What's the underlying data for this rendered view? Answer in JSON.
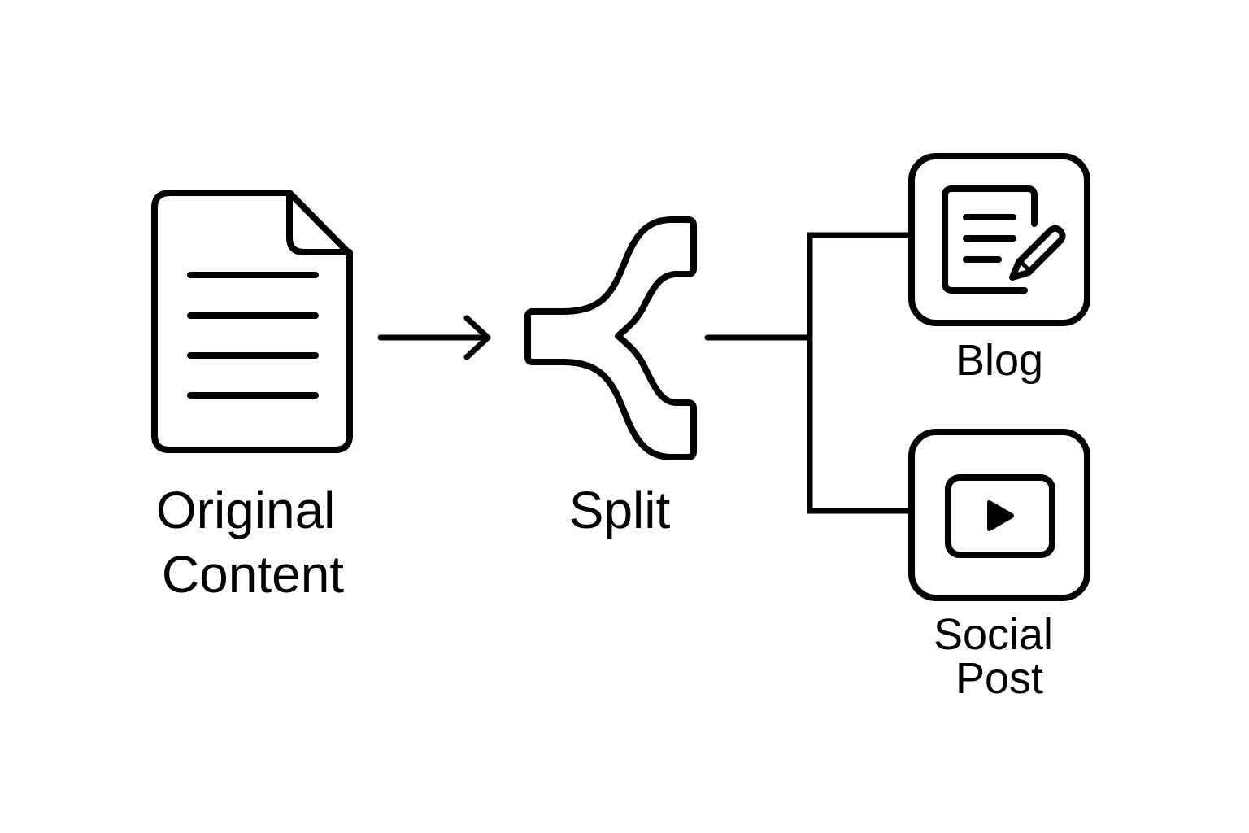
{
  "diagram": {
    "title": "Content repurposing flow",
    "stroke_color": "#000000",
    "background": "#ffffff",
    "nodes": {
      "source": {
        "id": "original-content",
        "label_lines": [
          "Original",
          "Content"
        ],
        "icon": "document-icon"
      },
      "split": {
        "id": "split",
        "label": "Split",
        "icon": "split-icon"
      },
      "outputs": [
        {
          "id": "blog",
          "label_lines": [
            "Blog"
          ],
          "icon": "blog-edit-icon"
        },
        {
          "id": "social-post",
          "label_lines": [
            "Social",
            "Post"
          ],
          "icon": "video-play-icon"
        }
      ]
    },
    "edges": [
      {
        "from": "original-content",
        "to": "split",
        "style": "arrow"
      },
      {
        "from": "split",
        "to": "blog",
        "style": "bracket-line"
      },
      {
        "from": "split",
        "to": "social-post",
        "style": "bracket-line"
      }
    ]
  }
}
